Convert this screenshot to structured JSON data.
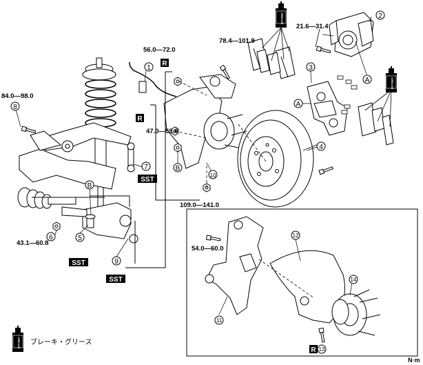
{
  "torque_specs": {
    "t1": "21.6—31.4",
    "t2": "78.4—101.9",
    "t3": "56.0—72.0",
    "t4": "84.0—98.0",
    "t5": "47.0—59.0",
    "t6": "109.0—141.0",
    "t7": "43.1—60.8",
    "t8": "54.0—60.0"
  },
  "callouts": {
    "c1": "1",
    "c2": "2",
    "c3": "3",
    "c4": "4",
    "c5": "5",
    "c6": "6",
    "c7": "7",
    "c8": "8",
    "c9": "9",
    "c10": "10",
    "c11": "11",
    "c12": "12",
    "c13": "13",
    "c14": "14"
  },
  "letters": {
    "a": "A",
    "b": "B"
  },
  "boxes": {
    "replace": "R",
    "sst": "SST",
    "grease": "GREASE"
  },
  "legend": {
    "text": "ブレーキ・グリース"
  },
  "unit": "N·m"
}
